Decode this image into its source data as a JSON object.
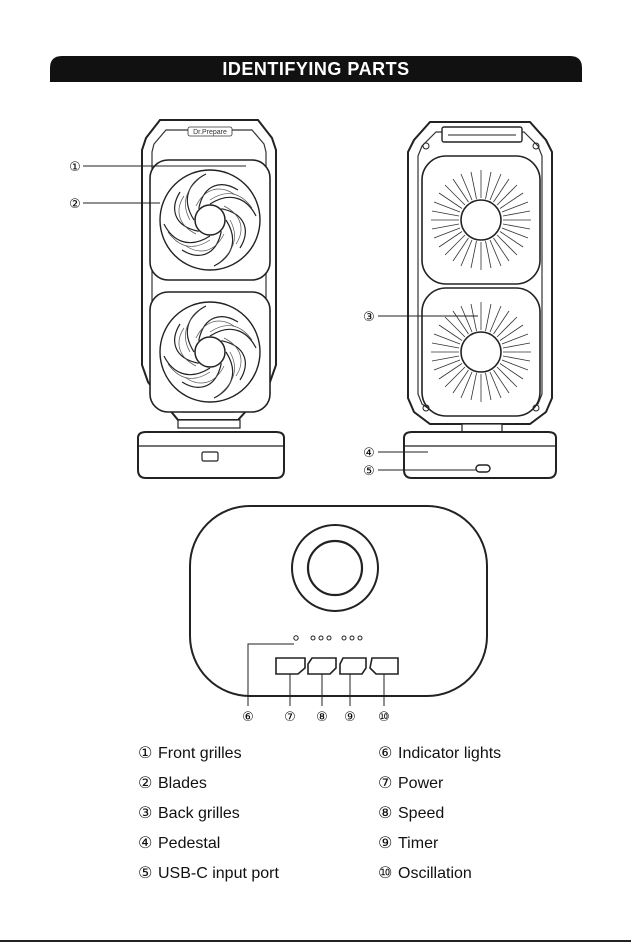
{
  "header": {
    "title": "IDENTIFYING PARTS"
  },
  "product": {
    "brand_mark": "Dr.Prepare"
  },
  "callouts": [
    "①",
    "②",
    "③",
    "④",
    "⑤",
    "⑥",
    "⑦",
    "⑧",
    "⑨",
    "⑩"
  ],
  "parts_left": [
    {
      "num": "①",
      "label": "Front grilles"
    },
    {
      "num": "②",
      "label": "Blades"
    },
    {
      "num": "③",
      "label": "Back grilles"
    },
    {
      "num": "④",
      "label": "Pedestal"
    },
    {
      "num": "⑤",
      "label": "USB-C input port"
    }
  ],
  "parts_right": [
    {
      "num": "⑥",
      "label": "Indicator lights"
    },
    {
      "num": "⑦",
      "label": "Power"
    },
    {
      "num": "⑧",
      "label": "Speed"
    },
    {
      "num": "⑨",
      "label": "Timer"
    },
    {
      "num": "⑩",
      "label": "Oscillation"
    }
  ]
}
